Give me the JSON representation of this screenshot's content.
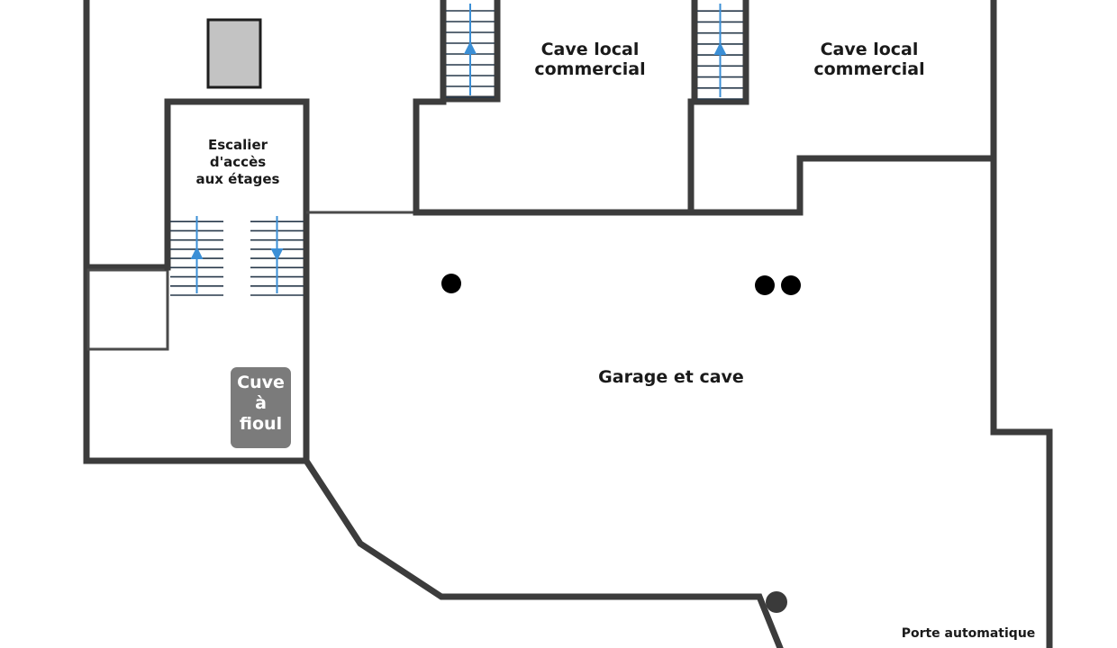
{
  "rooms": {
    "cave_local_1": "Cave local\ncommercial",
    "cave_local_2": "Cave local\ncommercial",
    "stairs": "Escalier\nd'accès\naux étages",
    "garage": "Garage et cave",
    "fuel_tank": "Cuve\nà\nfioul",
    "door": "Porte automatique"
  },
  "colors": {
    "wall": "#3c3c3c",
    "stair_arrow": "#3b8fd6",
    "fuel_tank_fill": "#7b7b7b",
    "shaft_fill": "#c3c3c3",
    "pillar": "#000000"
  },
  "stair_directions": [
    "up",
    "up",
    "up",
    "down"
  ]
}
